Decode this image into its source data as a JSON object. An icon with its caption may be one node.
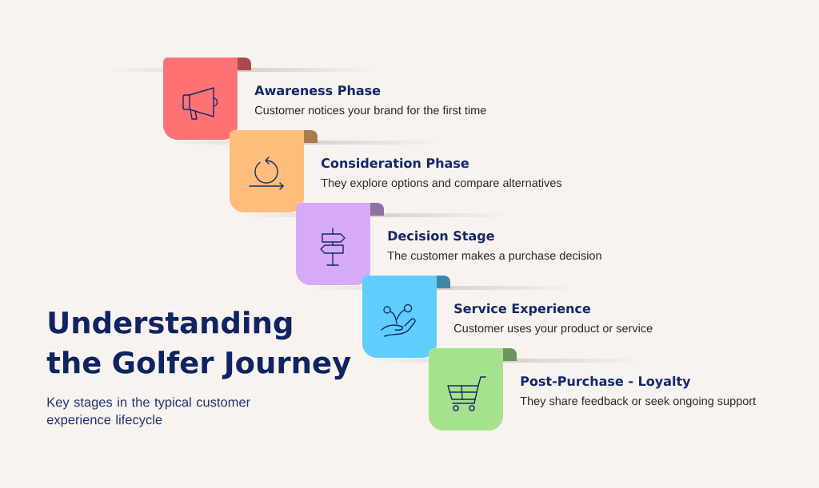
{
  "diagram": {
    "title": "Understanding the Golfer Journey",
    "nodes": [
      {
        "text": [
          "Awareness Phase",
          "Customer notices your brand for the first time"
        ]
      },
      {
        "text": [
          "Consideration Phase",
          "They explore options and compare alternatives"
        ]
      },
      {
        "text": [
          "Decision Stage",
          "The customer makes a purchase decision"
        ]
      },
      {
        "text": [
          "Service Experience",
          "Customer uses your product or service"
        ]
      },
      {
        "text": [
          "Post-Purchase - Loyalty",
          "They share feedback or seek ongoing support"
        ]
      }
    ],
    "labels": [
      "Key stages in the typical customer experience lifecycle"
    ]
  }
}
